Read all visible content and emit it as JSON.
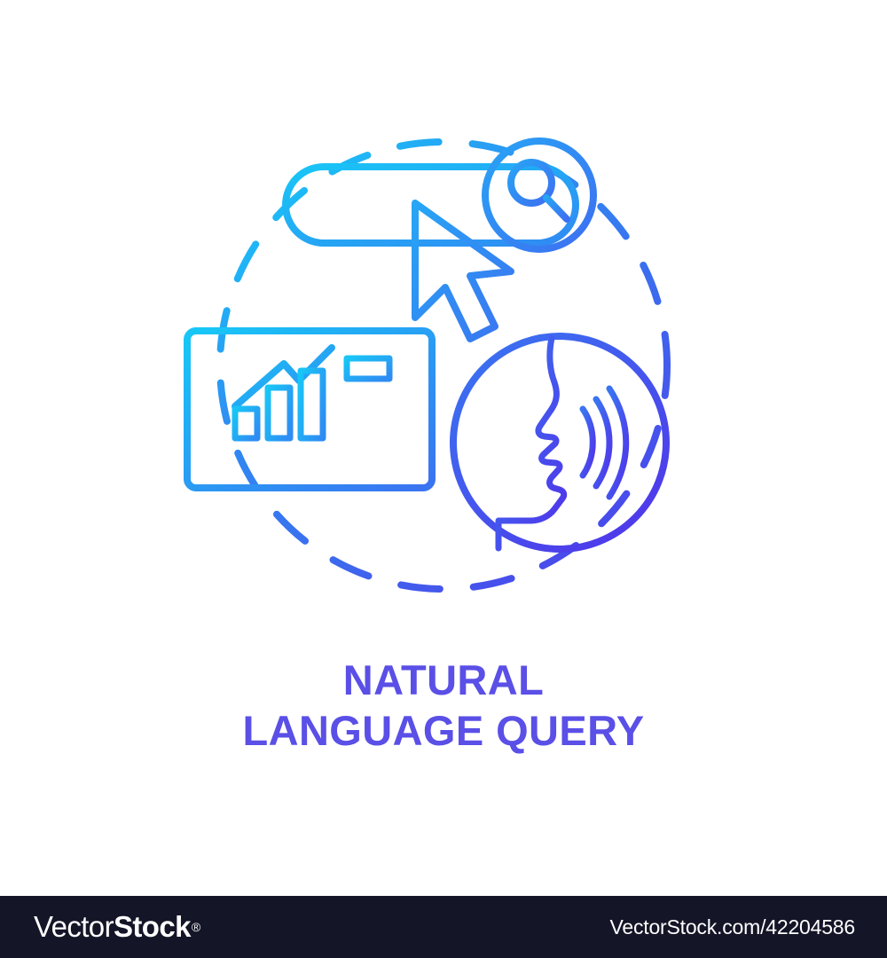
{
  "caption": {
    "line1": "NATURAL",
    "line2": "LANGUAGE QUERY",
    "color": "#5a4fe6"
  },
  "illustration": {
    "name": "natural-language-query-concept-icon",
    "style": "blue gradient outline",
    "gradient": {
      "from": "#1fc3f4",
      "to": "#4b45ea"
    },
    "elements": [
      "dashed-circle",
      "search-bar",
      "magnifier-circle",
      "cursor-arrow",
      "monitor-with-chart",
      "speaking-head-circle"
    ]
  },
  "footer": {
    "logo_light": "Vector",
    "logo_bold": "Stock",
    "logo_registered": "®",
    "url": "VectorStock.com/42204586",
    "background": "#141527"
  }
}
